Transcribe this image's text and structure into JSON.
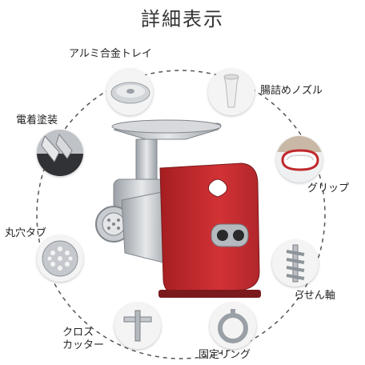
{
  "title": "詳細表示",
  "features": {
    "tray": "アルミ合金トレイ",
    "nozzle": "腸詰めノズル",
    "coating": "電着塗装",
    "grip": "グリップ",
    "plate": "丸穴タブ",
    "shaft": "らせん軸",
    "cutter_line1": "クロス",
    "cutter_line2": "カッター",
    "ring": "固定リング"
  },
  "colors": {
    "body_red": "#c0282b",
    "steel": "#c9ccd0",
    "dashed_ring": "#555555"
  },
  "icons": [
    "tray-image",
    "nozzle-image",
    "coating-image",
    "grip-image",
    "plate-image",
    "shaft-image",
    "cutter-image",
    "ring-image",
    "meat-grinder-image"
  ]
}
